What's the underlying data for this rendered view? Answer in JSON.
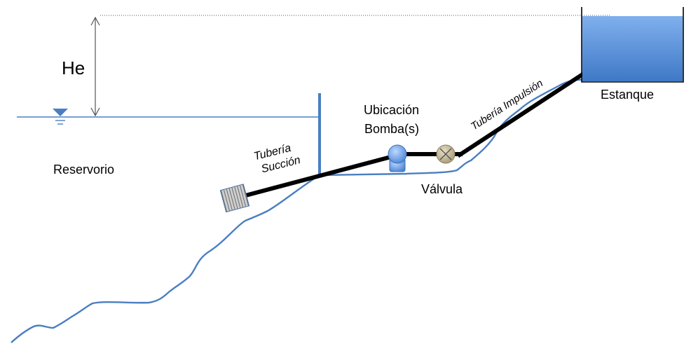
{
  "labels": {
    "height": "He",
    "reservoir": "Reservorio",
    "suction_pipe_line1": "Tubería",
    "suction_pipe_line2": "Succión",
    "pump_location_line1": "Ubicación",
    "pump_location_line2": "Bomba(s)",
    "valve": "Válvula",
    "discharge_pipe": "Tubería Impulsión",
    "tank": "Estanque"
  },
  "colors": {
    "water_line": "#4a7ec2",
    "ground_line": "#4a7ec2",
    "pipe": "#000000",
    "tank_fill": "#5a93d8",
    "pump_fill": "#6fa3e3",
    "valve_fill": "#c9bd9e",
    "strainer_fill": "#a9a9a9"
  },
  "icons": {
    "water_level": "water-level-triangle-icon",
    "pump": "pump-icon",
    "valve": "valve-icon",
    "strainer": "foot-valve-strainer-icon"
  }
}
